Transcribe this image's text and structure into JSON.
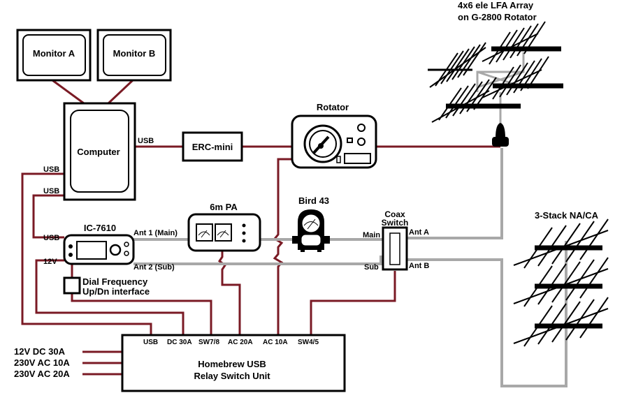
{
  "monitors": {
    "a_label": "Monitor A",
    "b_label": "Monitor B"
  },
  "computer": {
    "label": "Computer",
    "usb_right": "USB",
    "usb_left_1": "USB",
    "usb_left_2": "USB"
  },
  "erc": {
    "label": "ERC-mini"
  },
  "rotator": {
    "title_1": "Rotator",
    "title_2": "G-2800"
  },
  "array": {
    "title_1": "4x6 ele LFA Array",
    "title_2": "on G-2800 Rotator"
  },
  "stack": {
    "title": "3-Stack NA/CA"
  },
  "radio": {
    "label": "IC-7610",
    "usb": "USB",
    "v12": "12V",
    "ant1": "Ant 1 (Main)",
    "ant2": "Ant 2 (Sub)"
  },
  "pa": {
    "label": "6m PA"
  },
  "bird": {
    "label": "Bird 43"
  },
  "coax": {
    "title_1": "Coax",
    "title_2": "Switch",
    "main": "Main",
    "sub": "Sub",
    "ant_a": "Ant A",
    "ant_b": "Ant B"
  },
  "dial": {
    "line_1": "Dial Frequency",
    "line_2": "Up/Dn interface"
  },
  "relay": {
    "ports": [
      "USB",
      "DC 30A",
      "SW7/8",
      "AC 20A",
      "AC 10A",
      "SW4/5"
    ],
    "line_1": "Homebrew USB",
    "line_2": "Relay Switch Unit"
  },
  "power": {
    "in_1": "12V DC 30A",
    "in_2": "230V AC 10A",
    "in_3": "230V AC 20A"
  },
  "colors": {
    "control_line": "#7a1a24",
    "coax_line": "#a8a8a8",
    "outline": "#000000"
  }
}
